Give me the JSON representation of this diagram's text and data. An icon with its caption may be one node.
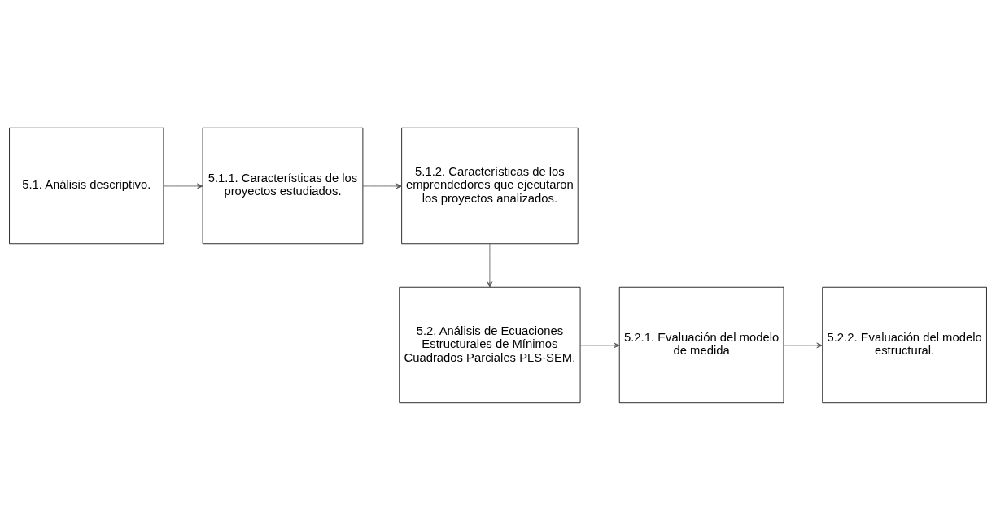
{
  "diagram": {
    "nodes": [
      {
        "text": [
          "5.1. Análisis descriptivo."
        ]
      },
      {
        "text": [
          "5.1.1. Características de los proyectos estudiados."
        ]
      },
      {
        "text": [
          "5.1.2. Características de los emprendedores que ejecutaron los proyectos analizados."
        ]
      },
      {
        "text": [
          "5.2. Análisis de Ecuaciones Estructurales de Mínimos Cuadrados Parciales PLS-SEM."
        ]
      },
      {
        "text": [
          "5.2.1. Evaluación del modelo de medida"
        ]
      },
      {
        "text": [
          "5.2.2. Evaluación del modelo estructural."
        ]
      }
    ],
    "edges": [
      {
        "from": 0,
        "to": 1,
        "arrow": "to"
      },
      {
        "from": 1,
        "to": 2,
        "arrow": "to"
      },
      {
        "from": 2,
        "to": 3,
        "arrow": "to"
      },
      {
        "from": 3,
        "to": 4,
        "arrow": "to"
      },
      {
        "from": 4,
        "to": 5,
        "arrow": "to"
      }
    ]
  }
}
